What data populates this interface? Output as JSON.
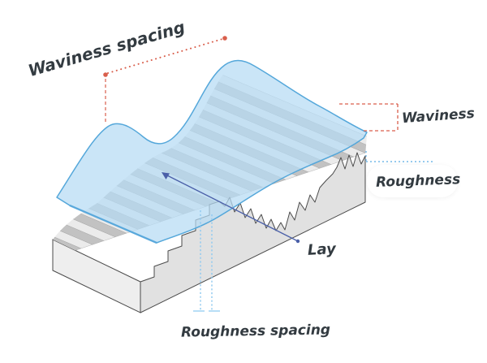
{
  "labels": {
    "waviness_spacing": "Waviness spacing",
    "waviness": "Waviness",
    "roughness": "Roughness",
    "lay": "Lay",
    "roughness_spacing": "Roughness spacing"
  },
  "annotations": {
    "waviness_spacing_dimension": "red dotted line with end dots plus dashed vertical drop to wave crest",
    "waviness_height_bracket": "red dashed bracket marking wave height at right",
    "roughness_marker": "light blue dotted pointer to sawtooth edge",
    "lay_arrow": "navy arrow pointing along groove direction with end dot",
    "roughness_spacing_markers": "two light blue dotted verticals with bottom ticks"
  },
  "colors": {
    "text": "#333b41",
    "red_annotation": "#d95f4c",
    "blue_annotation": "#74b9e8",
    "blue_annotation_light": "#8ec9f0",
    "lay_arrow": "#4a5fa8",
    "sheet_fill": "#b5dbf4",
    "sheet_stroke": "#54a7da",
    "block_light": "#eeeeee",
    "block_face": "#e1e1e1",
    "stripe_dark": "#c2c2c2",
    "stripe_light": "#ebebeb",
    "outline": "#4b4b4b"
  }
}
